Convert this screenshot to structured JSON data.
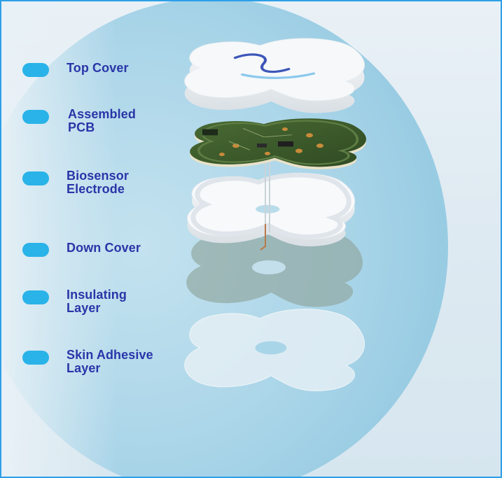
{
  "layers": [
    {
      "label": "Top Cover"
    },
    {
      "label": "Assembled\nPCB"
    },
    {
      "label": "Biosensor\nElectrode"
    },
    {
      "label": "Down Cover"
    },
    {
      "label": "Insulating\nLayer"
    },
    {
      "label": "Skin Adhesive\nLayer"
    }
  ],
  "colors": {
    "frame": "#2e9fe8",
    "dot": "#29b3e8",
    "label": "#2a35a8",
    "pcb": "#3d5a2c",
    "circle": "#a9d5e8"
  },
  "icons": [
    "top-cover-logo-icon"
  ]
}
